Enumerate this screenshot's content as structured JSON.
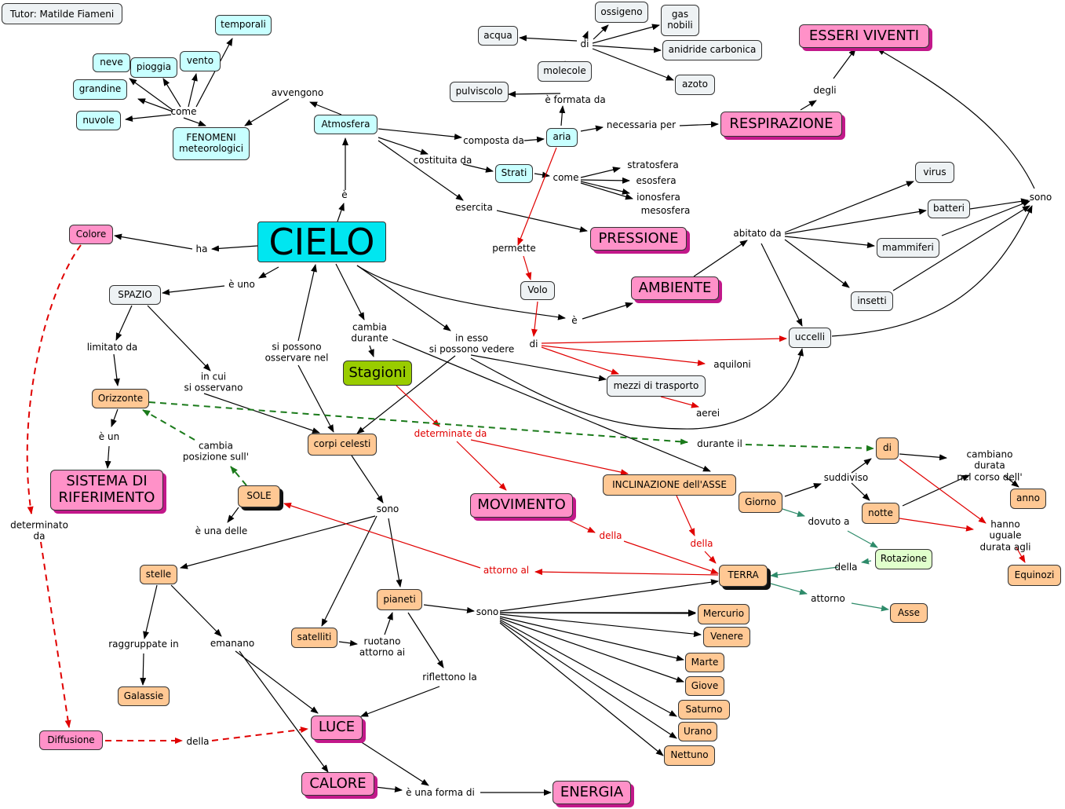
{
  "tutor": "Tutor: Matilde Fiameni",
  "nodes": {
    "cielo": "CIELO",
    "atmosfera": "Atmosfera",
    "fenomeni": "FENOMENI\nmeteorologici",
    "temporali": "temporali",
    "neve": "neve",
    "pioggia": "pioggia",
    "vento": "vento",
    "grandine": "grandine",
    "nuvole": "nuvole",
    "acqua": "acqua",
    "ossigeno": "ossigeno",
    "gas_nobili": "gas\nnobili",
    "anidride": "anidride carbonica",
    "azoto": "azoto",
    "molecole": "molecole",
    "pulviscolo": "pulviscolo",
    "aria": "aria",
    "strati": "Strati",
    "esseri_viventi": "ESSERI VIVENTI",
    "respirazione": "RESPIRAZIONE",
    "pressione": "PRESSIONE",
    "virus": "virus",
    "batteri": "batteri",
    "mammiferi": "mammiferi",
    "insetti": "insetti",
    "uccelli": "uccelli",
    "ambiente": "AMBIENTE",
    "volo": "Volo",
    "mezzi": "mezzi di trasporto",
    "colore": "Colore",
    "spazio": "SPAZIO",
    "orizzonte": "Orizzonte",
    "sistema": "SISTEMA DI\nRIFERIMENTO",
    "stagioni": "Stagioni",
    "corpi": "corpi celesti",
    "sole": "SOLE",
    "movimento": "MOVIMENTO",
    "inclinazione": "INCLINAZIONE dell'ASSE",
    "giorno": "Giorno",
    "notte": "notte",
    "di_node": "di",
    "anno": "anno",
    "equinozi": "Equinozi",
    "rotazione": "Rotazione",
    "terra": "TERRA",
    "asse": "Asse",
    "stelle": "stelle",
    "pianeti": "pianeti",
    "satelliti": "satelliti",
    "galassie": "Galassie",
    "mercurio": "Mercurio",
    "venere": "Venere",
    "marte": "Marte",
    "giove": "Giove",
    "saturno": "Saturno",
    "urano": "Urano",
    "nettuno": "Nettuno",
    "diffusione": "Diffusione",
    "luce": "LUCE",
    "calore": "CALORE",
    "energia": "ENERGIA"
  },
  "labels": {
    "avvengono": "avvengono",
    "come1": "come",
    "di_gas": "di",
    "formata": "è formata da",
    "composta": "composta da",
    "costituita": "costituita da",
    "come2": "come",
    "stratosfera": "stratosfera",
    "esosfera": "esosfera",
    "ionosfera": "ionosfera",
    "mesosfera": "mesosfera",
    "esercita": "esercita",
    "necessaria": "necessaria per",
    "degli": "degli",
    "sono1": "sono",
    "abitato": "abitato da",
    "e1": "è",
    "permette": "permette",
    "di_volo": "di",
    "aquiloni": "aquiloni",
    "aerei": "aerei",
    "e2": "è",
    "ha": "ha",
    "e_uno": "è uno",
    "limitato": "limitato da",
    "in_cui": "in cui\nsi osservano",
    "e_un": "è un",
    "cambia_pos": "cambia\nposizione sull'",
    "si_possono": "si possono\nosservare nel",
    "cambia_durante": "cambia\ndurante",
    "in_esso": "in esso\nsi possono vedere",
    "determinate": "determinate da",
    "durante_il": "durante il",
    "suddiviso": "suddiviso",
    "dovuto": "dovuto a",
    "cambiano": "cambiano durata\nnel corso dell'",
    "hanno": "hanno uguale\ndurata agli",
    "della_rot": "della",
    "attorno": "attorno",
    "della_mov": "della",
    "della_incl": "della",
    "attorno_al": "attorno al",
    "sono2": "sono",
    "e_una_delle": "è una delle",
    "raggruppate": "raggruppate in",
    "emanano": "emanano",
    "ruotano": "ruotano\nattorno ai",
    "riflettono": "riflettono la",
    "sono3": "sono",
    "determinato": "determinato\nda",
    "della_luce": "della",
    "forma": "è una forma di"
  },
  "colors": {
    "black_edge": "#000000",
    "red_edge": "#e00000",
    "green_edge": "#1a7a1a",
    "teal_edge": "#2e8b6a"
  }
}
